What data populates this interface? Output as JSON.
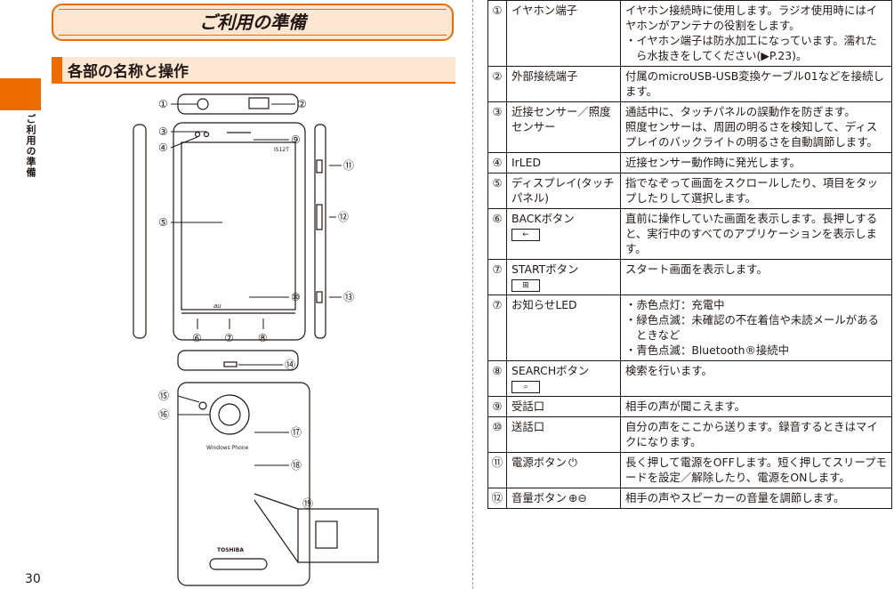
{
  "page": {
    "side_label": "ご利用の準備",
    "page_number": "30",
    "chapter_title": "ご利用の準備",
    "section_title": "各部の名称と操作"
  },
  "diagram": {
    "callouts": [
      "①",
      "②",
      "③",
      "④",
      "⑤",
      "⑥",
      "⑦",
      "⑧",
      "⑨",
      "⑩",
      "⑪",
      "⑫",
      "⑬",
      "⑭",
      "⑮",
      "⑯",
      "⑰",
      "⑱",
      "⑲"
    ],
    "screen_model_text": "IS12T",
    "screen_brand_text": "au",
    "back_logo_text": "Windows Phone",
    "back_brand_text": "TOSHIBA"
  },
  "parts": [
    {
      "num": "①",
      "name": "イヤホン端子",
      "desc": [
        "イヤホン接続時に使用します。ラジオ使用時にはイヤホンがアンテナの役割をします。"
      ],
      "bullets": [
        "イヤホン端子は防水加工になっています。濡れたら水抜きをしてください(▶P.23)。"
      ]
    },
    {
      "num": "②",
      "name": "外部接続端子",
      "desc": [
        "付属のmicroUSB-USB変換ケーブル01などを接続します。"
      ],
      "bullets": []
    },
    {
      "num": "③",
      "name": "近接センサー／照度センサー",
      "desc": [
        "通話中に、タッチパネルの誤動作を防ぎます。",
        "照度センサーは、周囲の明るさを検知して、ディスプレイのバックライトの明るさを自動調節します。"
      ],
      "bullets": []
    },
    {
      "num": "④",
      "name": "IrLED",
      "desc": [
        "近接センサー動作時に発光します。"
      ],
      "bullets": []
    },
    {
      "num": "⑤",
      "name": "ディスプレイ(タッチパネル)",
      "desc": [
        "指でなぞって画面をスクロールしたり、項目をタップしたりして選択します。"
      ],
      "bullets": []
    },
    {
      "num": "⑥",
      "name": "BACKボタン",
      "key": "←",
      "desc": [
        "直前に操作していた画面を表示します。長押しすると、実行中のすべてのアプリケーションを表示します。"
      ],
      "bullets": []
    },
    {
      "num": "⑦",
      "name": "STARTボタン",
      "key": "⊞",
      "desc": [
        "スタート画面を表示します。"
      ],
      "bullets": []
    },
    {
      "num": "⑦",
      "name": "お知らせLED",
      "desc": [],
      "bullets": [
        "赤色点灯：充電中",
        "緑色点滅：未確認の不在着信や未読メールがあるときなど",
        "青色点滅：Bluetooth®接続中"
      ]
    },
    {
      "num": "⑧",
      "name": "SEARCHボタン",
      "key": "⌕",
      "desc": [
        "検索を行います。"
      ],
      "bullets": []
    },
    {
      "num": "⑨",
      "name": "受話口",
      "desc": [
        "相手の声が聞こえます。"
      ],
      "bullets": []
    },
    {
      "num": "⑩",
      "name": "送話口",
      "desc": [
        "自分の声をここから送ります。録音するときはマイクになります。"
      ],
      "bullets": []
    },
    {
      "num": "⑪",
      "name": "電源ボタン",
      "icon": "⏻",
      "desc": [
        "長く押して電源をOFFします。短く押してスリープモードを設定／解除したり、電源をONします。"
      ],
      "bullets": []
    },
    {
      "num": "⑫",
      "name": "音量ボタン",
      "icon": "⊕⊖",
      "desc": [
        "相手の声やスピーカーの音量を調節します。"
      ],
      "bullets": []
    }
  ],
  "colors": {
    "accent": "#ec6c00",
    "accent_light": "#fde7d3",
    "text": "#231815"
  }
}
